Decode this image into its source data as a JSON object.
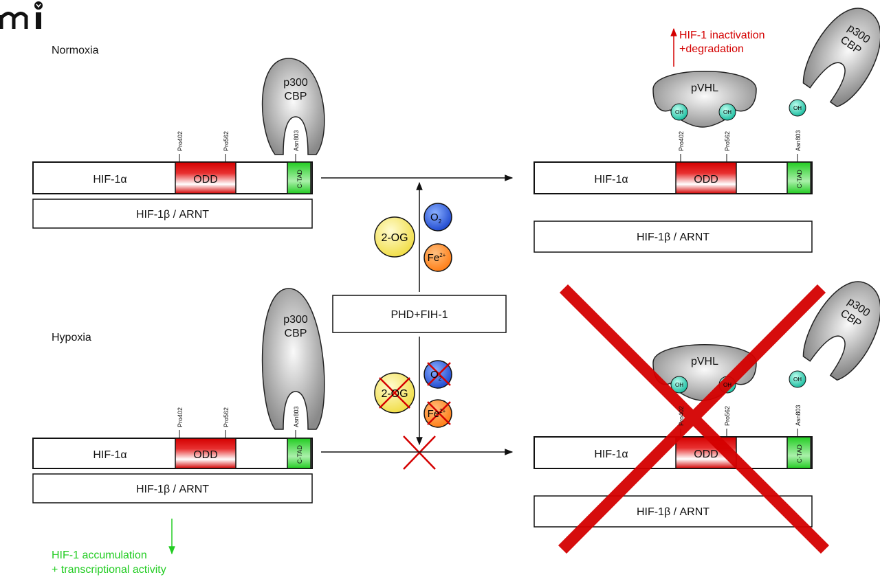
{
  "logo": "mi",
  "normoxia": {
    "title": "Normoxia",
    "hif1a": "HIF-1α",
    "odd": "ODD",
    "ctad": "C-TAD",
    "hif1b": "HIF-1β / ARNT",
    "pro402": "Pro402",
    "pro562": "Pro562",
    "asn803": "Asn803",
    "p300_1": "p300",
    "p300_2": "CBP"
  },
  "normoxia_result": {
    "hif1a": "HIF-1α",
    "odd": "ODD",
    "ctad": "C-TAD",
    "hif1b": "HIF-1β / ARNT",
    "pro402": "Pro402",
    "pro562": "Pro562",
    "asn803": "Asn803",
    "pvhl": "pVHL",
    "oh": "OH",
    "p300_1": "p300",
    "p300_2": "CBP",
    "outcome_1": "HIF-1 inactivation",
    "outcome_2": "+degradation"
  },
  "center": {
    "enzyme": "PHD+FIH-1",
    "og": "2-OG",
    "o2": "O",
    "o2_sub": "2",
    "fe": "Fe",
    "fe_sup": "2+"
  },
  "hypoxia": {
    "title": "Hypoxia",
    "hif1a": "HIF-1α",
    "odd": "ODD",
    "ctad": "C-TAD",
    "hif1b": "HIF-1β / ARNT",
    "pro402": "Pro402",
    "pro562": "Pro562",
    "asn803": "Asn803",
    "p300_1": "p300",
    "p300_2": "CBP",
    "outcome_1": "HIF-1 accumulation",
    "outcome_2": "+ transcriptional activity"
  },
  "hypoxia_result": {
    "hif1a": "HIF-1α",
    "odd": "ODD",
    "ctad": "C-TAD",
    "hif1b": "HIF-1β / ARNT",
    "pro402": "Pro402",
    "pro562": "Pro562",
    "asn803": "Asn803",
    "pvhl": "pVHL",
    "oh": "OH",
    "p300_1": "p300",
    "p300_2": "CBP"
  },
  "colors": {
    "odd": "#d40000",
    "ctad": "#22cc22",
    "inhibit": "#d40000",
    "activate": "#22cc22",
    "og": "#f5e663",
    "o2": "#2255dd",
    "fe": "#ff8822",
    "oh": "#22c9b0"
  }
}
